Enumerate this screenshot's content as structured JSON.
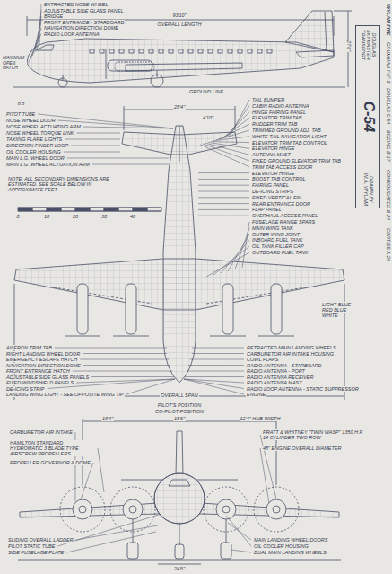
{
  "diagram": {
    "nodes": [
      {
        "text": [
          "DOUGLAS",
          "SKYMASTER",
          "TRANSPORT",
          "C-54",
          "DRAWN BY",
          "W.A. WYLAM"
        ]
      }
    ],
    "labels": [
      "WYLAM FIVE",
      "GRUMMAN F4F-3",
      "DOUGLAS C-54",
      "BOEING B-17",
      "CONSOLIDATED B-24",
      "CURTISS A-25",
      "93'10\"",
      "OVERALL LENGTH",
      "EXTRACTED NOSE WHEEL",
      "ADJUSTABLE SIDE GLASS PANEL",
      "BRIDGE",
      "FRONT ENTRANCE - STARBOARD",
      "NAVIGATION DIRECTION DOME",
      "RADIO LOOP ANTENNA",
      "MAXIMUM OPEN HATCH",
      "27'6\"",
      "GROUND LINE",
      "8.5'",
      "28'4\"",
      "4'10\"",
      "PITOT TUBE",
      "NOSE WHEEL DOOR",
      "NOSE WHEEL ACTUATING ARM",
      "NOSE WHEEL TORQUE LINK",
      "TAXIING FLARE LIGHTS",
      "DIRECTION FINDER LOOP",
      "OIL COOLER HOUSING",
      "MAIN L.G. WHEEL DOOR",
      "MAIN L.G. WHEEL ACTUATION ARM",
      "NOTE: ALL SECONDARY DIMENSIONS ARE ESTIMATED. SEE SCALE BELOW IN APPROXIMATE FEET",
      "0",
      "10",
      "20",
      "30",
      "40",
      "TAIL BUMPER",
      "CABIN RADIO ANTENNA",
      "HINGE FAIRING PANEL",
      "ELEVATOR TRIM TAB",
      "RUDDER TRIM TAB",
      "TRIMMED GROUND ADJ. TAB",
      "WHITE TAIL NAVIGATION LIGHT",
      "ELEVATOR TRIM TAB CONTROL",
      "ELEVATOR HINGE",
      "ANTENNA MAST",
      "FIXED GROUND ELEVATOR TRIM TAB",
      "TRIM TAB ACCESS DOOR",
      "ELEVATOR HINGE",
      "BOOST TAB CONTROL",
      "FAIRING PANEL",
      "DE-ICING STRIPS",
      "FIXED VERTICAL FIN",
      "REAR ENTRANCE DOOR",
      "FLAP PANEL",
      "OVERHAUL ACCESS PANEL",
      "FUSELAGE RANGE SPARS",
      "MAIN WING TANK",
      "OUTER WING JOINT",
      "INBOARD FUEL TANK",
      "OIL TANK FILLER CAP",
      "OUTBOARD FUEL TANK",
      "LIGHT BLUE",
      "RED BLUE",
      "WHITE",
      "AILERON TRIM TAB",
      "RIGHT LANDING WHEEL DOOR",
      "EMERGENCY ESCAPE HATCH",
      "NAVIGATION DIRECTION DOME",
      "FRONT ENTRANCE HATCH",
      "ADJUSTABLE SIDE GLASS PANELS",
      "FIXED WINDSHIELD PANELS",
      "DE-ICING STRIP",
      "LANDING WING LIGHT - SEE OPPOSITE WING TIP",
      "RETRACTED MAIN LANDING WHEELS",
      "CARBURETOR AIR INTAKE HOUSING",
      "COWL FLAPS",
      "RADIO ANTENNA - STARBOARD",
      "RADIO ANTENNA - PORT",
      "RADIO ANTENNA RECEIVER",
      "RADIO ANTENNA MAST",
      "RADIO LOOP ANTENNA - STATIC SUPPRESSOR",
      "ENGINE",
      "OVERALL SPAN",
      "PILOT'S POSITION",
      "CO-PILOT POSITION",
      "19'4\"",
      "18'6\"",
      "12'4\" HUB WIDTH",
      "CARBURETOR AIR INTAKE",
      "HAMILTON STANDARD HYDROMATIC 3 BLADE TYPE AIRSCREW PROPELLERS",
      "PROPELLER GOVERNOR & DOME",
      "SLIDING OVERALL LADDER",
      "PILOT STATIC TUBE",
      "SIDE FUSELAGE PLATE",
      "PRATT & WHITNEY \"TWIN WASP\" 1350 H.P. 14 CYLINDER TWO ROW",
      "48\" ENGINE OVERALL DIAMETER",
      "MAIN LANDING WHEEL DOORS",
      "OIL COOLER HOUSING",
      "DUAL MAIN LANDING WHEELS",
      "24'6\""
    ]
  }
}
